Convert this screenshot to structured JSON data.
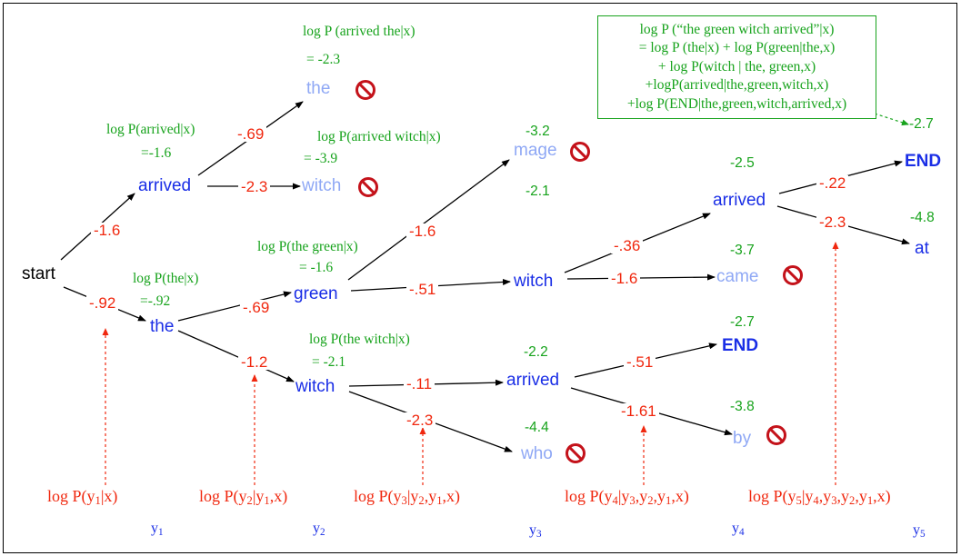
{
  "nodes": {
    "start": "start",
    "arrived1": "arrived",
    "the2": "the",
    "witch2": "witch",
    "the1": "the",
    "green": "green",
    "witch1": "witch",
    "mage": "mage",
    "witch3": "witch",
    "arrived3": "arrived",
    "who": "who",
    "arrived4": "arrived",
    "came": "came",
    "end1": "END",
    "by": "by",
    "end2": "END",
    "at": "at"
  },
  "edge_labels": {
    "start_arrived": "-1.6",
    "start_the": "-.92",
    "arrived_the": "-.69",
    "arrived_witch": "-2.3",
    "the_green": "-.69",
    "the_witch": "-1.2",
    "green_mage": "-1.6",
    "green_witch": "-.51",
    "witch_arrived": "-.11",
    "witch_who": "-2.3",
    "witch_arrived2": "-.36",
    "witch_came": "-1.6",
    "arrived_end": "-.51",
    "arrived_by": "-1.61",
    "arrived_end2": "-.22",
    "arrived_at": "-2.3"
  },
  "annotations": {
    "arrived_the_title": "log P (arrived the|x)",
    "arrived_the_value": "= -2.3",
    "arrived_title": "log P(arrived|x)",
    "arrived_value": "=-1.6",
    "arrived_witch_title": "log P(arrived witch|x)",
    "arrived_witch_value": "= -3.9",
    "the_title": "log P(the|x)",
    "the_value": "=-.92",
    "the_green_title": "log P(the green|x)",
    "the_green_value": "= -1.6",
    "the_witch_title": "log P(the witch|x)",
    "the_witch_value": "= -2.1"
  },
  "scores": {
    "mage": "-3.2",
    "witch3": "-2.1",
    "arrived3": "-2.2",
    "who": "-4.4",
    "arrived4": "-2.5",
    "came": "-3.7",
    "end1": "-2.7",
    "by": "-3.8",
    "end2": "-2.7",
    "at": "-4.8"
  },
  "formula": [
    "log P (“the green witch arrived”|x)",
    "= log P (the|x) + log P(green|the,x)",
    "+ log P(witch | the, green,x)",
    "+logP(arrived|the,green,witch,x)",
    "+log P(END|the,green,witch,arrived,x)"
  ],
  "bottom_labels": {
    "p1_pre": "log P(y",
    "p1_s1": "1",
    "p1_post": "|x)",
    "p2_pre": "log P(y",
    "p2_s1": "2",
    "p2_mid": "|y",
    "p2_s2": "1",
    "p2_post": ",x)",
    "p3_pre": "log P(y",
    "p3_s1": "3",
    "p3_mid": "|y",
    "p3_s2": "2",
    "p3_c1": ",y",
    "p3_s3": "1",
    "p3_post": ",x)",
    "p4_pre": "log P(y",
    "p4_s1": "4",
    "p4_mid": "|y",
    "p4_s2": "3",
    "p4_c1": ",y",
    "p4_s3": "2",
    "p4_c2": ",y",
    "p4_s4": "1",
    "p4_post": ",x)",
    "p5_pre": "log P(y",
    "p5_s1": "5",
    "p5_mid": "|y",
    "p5_s2": "4",
    "p5_c1": ",y",
    "p5_s3": "3",
    "p5_c2": ",y",
    "p5_s4": "2",
    "p5_c3": ",y",
    "p5_s5": "1",
    "p5_post": ",x)"
  },
  "y_labels": {
    "y": "y",
    "s1": "1",
    "s2": "2",
    "s3": "3",
    "s4": "4",
    "s5": "5"
  },
  "colors": {
    "word": "#1a2ee6",
    "pruned_word": "#8fa8f5",
    "edge_score": "#f0280f",
    "cumulative_score": "#17a31c",
    "stop_sign": "#c4121a"
  },
  "icons": {
    "pruned": "stop-icon"
  }
}
